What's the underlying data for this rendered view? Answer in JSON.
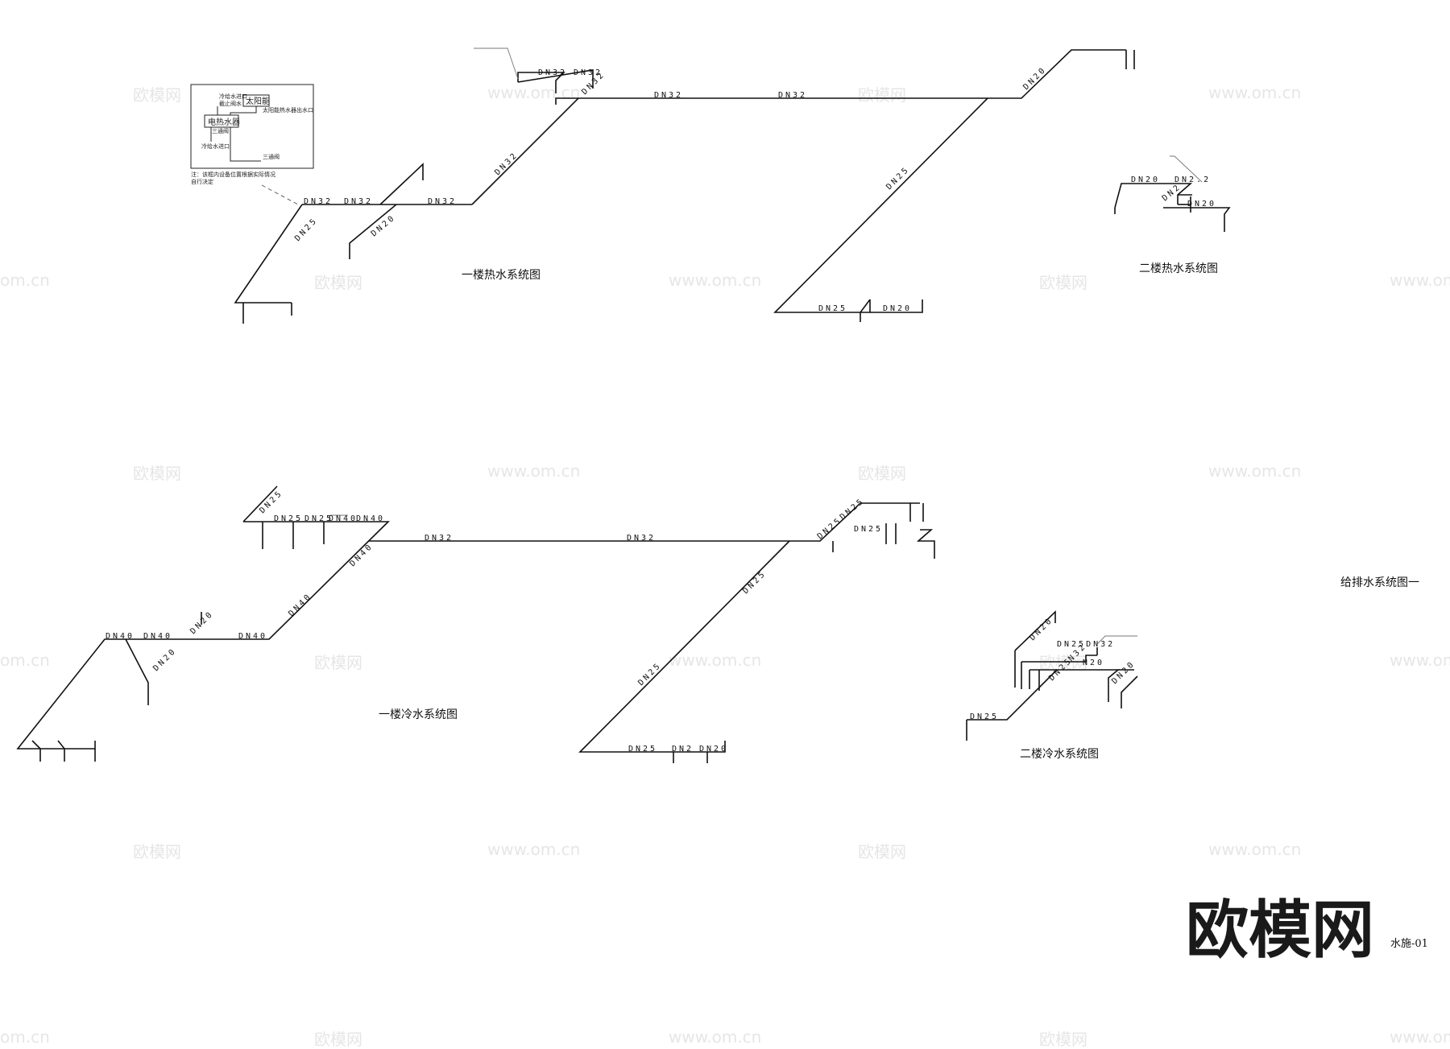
{
  "watermark": {
    "brand": "欧模网",
    "url": "www.om.cn",
    "edge_fragment": "om.cn"
  },
  "diagram_titles": {
    "hot_1f": "一楼热水系统图",
    "hot_2f": "二楼热水系统图",
    "cold_1f": "一楼冷水系统图",
    "cold_2f": "二楼冷水系统图",
    "sheet_title": "给排水系统图一",
    "drawing_no": "水施-01"
  },
  "detail_box": {
    "line1": "冷给水进口",
    "line2": "截止阀水",
    "solar": "太阳能",
    "solar_outlet": "太阳能热水器出水口",
    "electric_heater": "电热水器",
    "tee_valve_a": "三通阀",
    "cold_inlet": "冷给水进口",
    "tee_valve_b": "三通阀",
    "note_line1": "注：该框内设备位置根据实际情况",
    "note_line2": "自行决定"
  },
  "pipe_labels": {
    "dn20": "DN20",
    "dn25": "DN25",
    "dn32": "DN32",
    "dn40": "DN40",
    "dn2_partial": "DN2",
    "dn2dot2": "DN2.2",
    "dn20_partial": "N20",
    "dn32_partial": "N32",
    "dn25_partial": "DN25DN32"
  },
  "colors": {
    "line": "#111111",
    "watermark": "#e6e6e6",
    "logo": "#1a1a1a"
  }
}
